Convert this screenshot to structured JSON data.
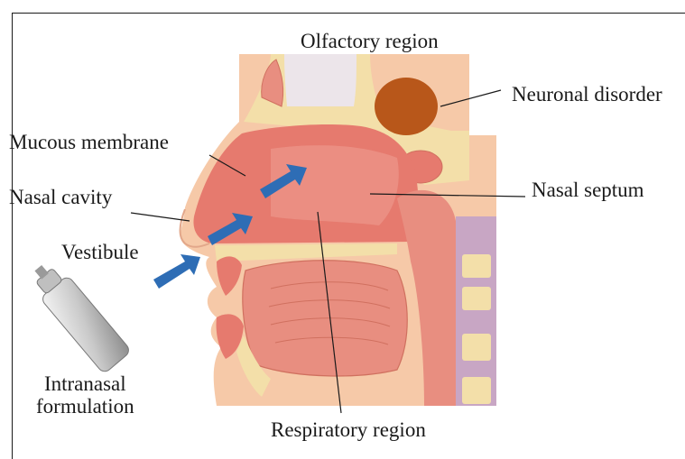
{
  "labels": {
    "olfactory_region": "Olfactory region",
    "neuronal_disorder": "Neuronal disorder",
    "mucous_membrane": "Mucous membrane",
    "nasal_cavity": "Nasal cavity",
    "nasal_septum": "Nasal septum",
    "vestibule": "Vestibule",
    "intranasal_line1": "Intranasal",
    "intranasal_line2": "formulation",
    "respiratory_region": "Respiratory region"
  },
  "colors": {
    "skin": "#f6c9a8",
    "bone": "#f3dfa9",
    "mucosa": "#e67a6e",
    "mucosa_light": "#f0a195",
    "muscle": "#e88e80",
    "brain_lesion": "#b8571a",
    "arrow": "#2e6db5",
    "spine": "#c8a6c4"
  },
  "icons": [
    "spray-can-icon",
    "arrow-icon"
  ]
}
